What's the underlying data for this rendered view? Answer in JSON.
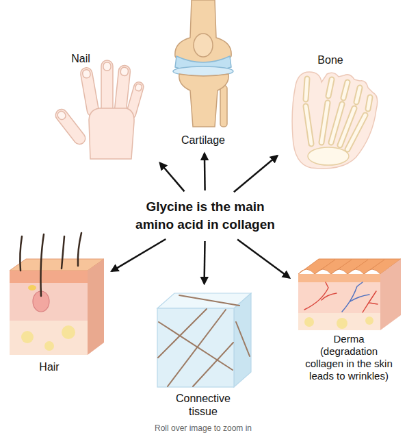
{
  "diagram": {
    "nodes": [
      {
        "text": [
          "Nail"
        ]
      },
      {
        "text": [
          "Cartilage"
        ]
      },
      {
        "text": [
          "Bone"
        ]
      },
      {
        "text": [
          "Glycine is the main amino acid in collagen"
        ]
      },
      {
        "text": [
          "Hair"
        ]
      },
      {
        "text": [
          "Connective tissue"
        ]
      },
      {
        "text": [
          "Derma",
          "(degradation collagen in the skin leads to wrinkles)"
        ]
      }
    ],
    "edges": [
      {
        "from": 3,
        "to": 0,
        "arrow": "to"
      },
      {
        "from": 3,
        "to": 1,
        "arrow": "to"
      },
      {
        "from": 3,
        "to": 2,
        "arrow": "to"
      },
      {
        "from": 3,
        "to": 4,
        "arrow": "to"
      },
      {
        "from": 3,
        "to": 5,
        "arrow": "to"
      },
      {
        "from": 3,
        "to": 6,
        "arrow": "to"
      }
    ],
    "labels": [
      "Roll over image to zoom in"
    ]
  }
}
